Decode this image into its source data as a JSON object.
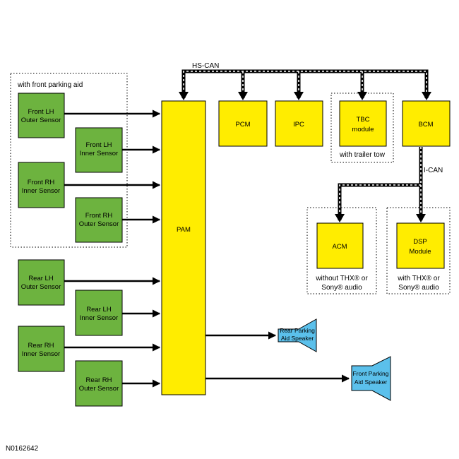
{
  "diagram": {
    "bus_hs_can": "HS-CAN",
    "bus_i_can": "I-CAN",
    "group_front_parking_aid": "with front parking aid",
    "group_trailer_tow": "with trailer tow",
    "group_without_thx": [
      "without THX® or",
      "Sony® audio"
    ],
    "group_with_thx": [
      "with THX® or",
      "Sony® audio"
    ],
    "figure_id": "N0162642",
    "colors": {
      "sensor": "#6db33f",
      "module": "#ffed00",
      "speaker": "#5bc0eb",
      "line": "#000000"
    },
    "modules": {
      "pam": "PAM",
      "pcm": "PCM",
      "ipc": "IPC",
      "tbc": [
        "TBC",
        "module"
      ],
      "bcm": "BCM",
      "acm": "ACM",
      "dsp": [
        "DSP",
        "Module"
      ]
    },
    "sensors": {
      "front_lh_outer": [
        "Front LH",
        "Outer Sensor"
      ],
      "front_lh_inner": [
        "Front LH",
        "Inner Sensor"
      ],
      "front_rh_inner": [
        "Front RH",
        "Inner Sensor"
      ],
      "front_rh_outer": [
        "Front RH",
        "Outer Sensor"
      ],
      "rear_lh_outer": [
        "Rear LH",
        "Outer Sensor"
      ],
      "rear_lh_inner": [
        "Rear LH",
        "Inner Sensor"
      ],
      "rear_rh_inner": [
        "Rear RH",
        "Inner Sensor"
      ],
      "rear_rh_outer": [
        "Rear RH",
        "Outer Sensor"
      ]
    },
    "speakers": {
      "rear": [
        "Rear Parking",
        "Aid Speaker"
      ],
      "front": [
        "Front Parking",
        "Aid Speaker"
      ]
    }
  }
}
